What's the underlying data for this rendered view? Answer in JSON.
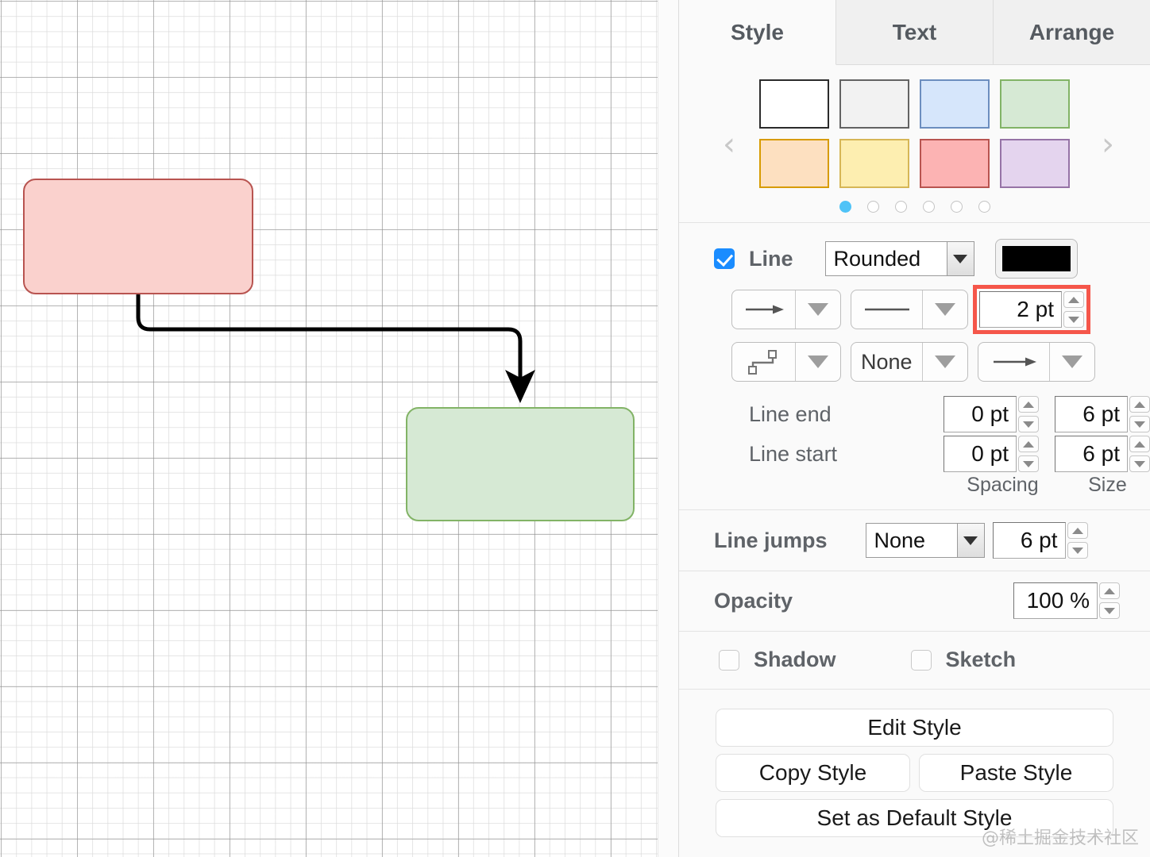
{
  "tabs": [
    {
      "id": "style",
      "label": "Style",
      "active": true
    },
    {
      "id": "text",
      "label": "Text",
      "active": false
    },
    {
      "id": "arrange",
      "label": "Arrange",
      "active": false
    }
  ],
  "palette": {
    "prev_icon": "chevron-left-icon",
    "next_icon": "chevron-right-icon",
    "swatches": [
      {
        "fill": "#ffffff",
        "stroke": "#2b2b2b"
      },
      {
        "fill": "#f2f2f2",
        "stroke": "#636363"
      },
      {
        "fill": "#d6e6fb",
        "stroke": "#6c8ebf"
      },
      {
        "fill": "#d6e9d4",
        "stroke": "#82b366"
      },
      {
        "fill": "#fde0c0",
        "stroke": "#d79b00"
      },
      {
        "fill": "#fdeeb0",
        "stroke": "#d6b656"
      },
      {
        "fill": "#fcb3b3",
        "stroke": "#b85450"
      },
      {
        "fill": "#e4d4ee",
        "stroke": "#9673a6"
      }
    ],
    "page_count": 6,
    "active_page": 0
  },
  "line": {
    "enabled": true,
    "label": "Line",
    "style_value": "Rounded",
    "color": "#000000",
    "arrow_icon": "arrow-right-icon",
    "dash_icon": "solid-line-icon",
    "width_value": "2 pt",
    "width_highlighted": true,
    "highlight_color": "#f5564a",
    "waypoint_icon": "waypoints-icon",
    "jump_style_value": "None",
    "end_arrow_icon": "arrow-right-icon",
    "line_end_label": "Line end",
    "line_start_label": "Line start",
    "line_end_spacing": "0 pt",
    "line_end_size": "6 pt",
    "line_start_spacing": "0 pt",
    "line_start_size": "6 pt",
    "spacing_label": "Spacing",
    "size_label": "Size"
  },
  "line_jumps": {
    "label": "Line jumps",
    "style_value": "None",
    "size_value": "6 pt"
  },
  "opacity": {
    "label": "Opacity",
    "value": "100 %"
  },
  "toggles": {
    "shadow_label": "Shadow",
    "shadow_checked": false,
    "sketch_label": "Sketch",
    "sketch_checked": false
  },
  "buttons": {
    "edit_style": "Edit Style",
    "copy_style": "Copy Style",
    "paste_style": "Paste Style",
    "set_default": "Set as Default Style"
  },
  "canvas": {
    "shapes": [
      {
        "name": "pink-rounded-rectangle",
        "fill": "#fad1cd",
        "stroke": "#b85450"
      },
      {
        "name": "green-rounded-rectangle",
        "fill": "#d6e9d4",
        "stroke": "#82b366"
      }
    ],
    "connector": {
      "name": "orthogonal-arrow-connector",
      "color": "#000000",
      "width": "2 pt"
    }
  },
  "watermark": "@稀土掘金技术社区"
}
